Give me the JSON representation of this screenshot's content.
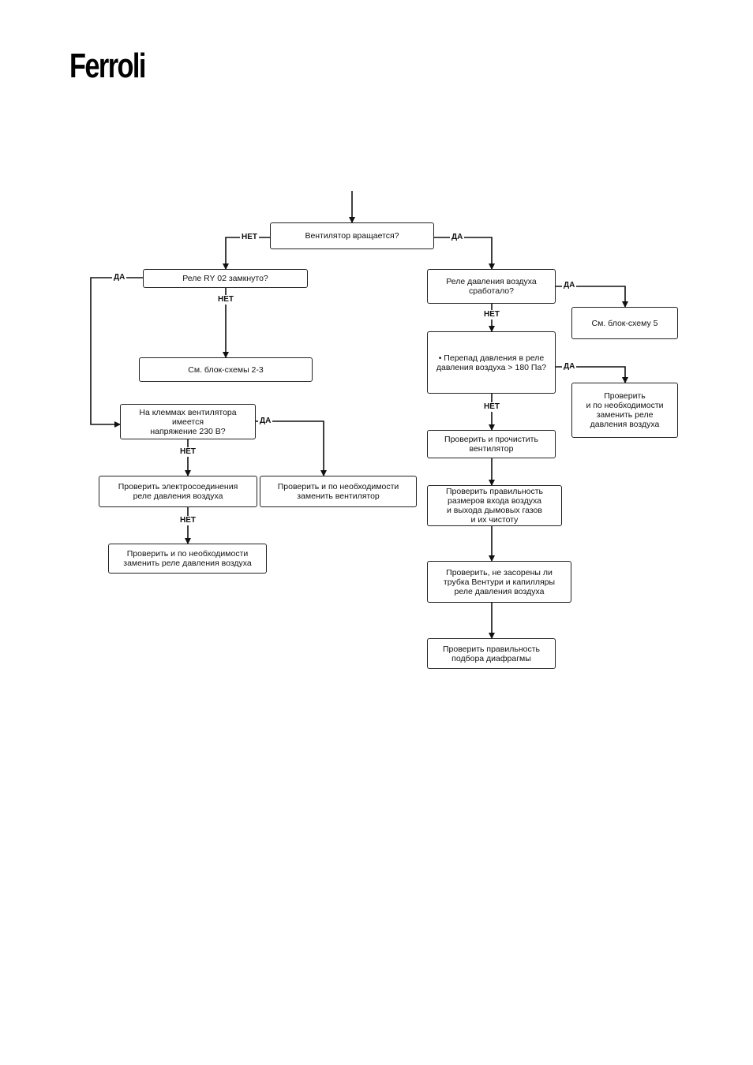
{
  "logo": {
    "text": "Ferroli"
  },
  "flow": {
    "start": "Вентилятор вращается?",
    "relay_ry02": "Реле RY 02 замкнуто?",
    "see_2_3": "См. блок-схемы 2-3",
    "voltage_q": "На клеммах вентилятора имеется\nнапряжение 230 В?",
    "check_electro": "Проверить электросоединения\nреле давления воздуха",
    "replace_fan": "Проверить и по необходимости\nзаменить вентилятор",
    "replace_relay_left": "Проверить и по необходимости\nзаменить реле давления воздуха",
    "air_relay_q": "Реле давления воздуха\nсработало?",
    "see_5": "См. блок-схему 5",
    "pressure_q": "• Перепад давления в реле\nдавления воздуха > 180 Па?",
    "replace_relay_right": "Проверить\nи по необходимости\nзаменить реле\nдавления воздуха",
    "clean_fan": "Проверить и прочистить\nвентилятор",
    "check_sizes": "Проверить правильность\nразмеров входа воздуха\nи выхода дымовых газов\nи их чистоту",
    "check_venturi": "Проверить, не засорены ли\nтрубка Вентури и капилляры\nреле давления воздуха",
    "check_diaphragm": "Проверить правильность\nподбора диафрагмы"
  },
  "labels": {
    "yes": "ДА",
    "no": "НЕТ"
  }
}
